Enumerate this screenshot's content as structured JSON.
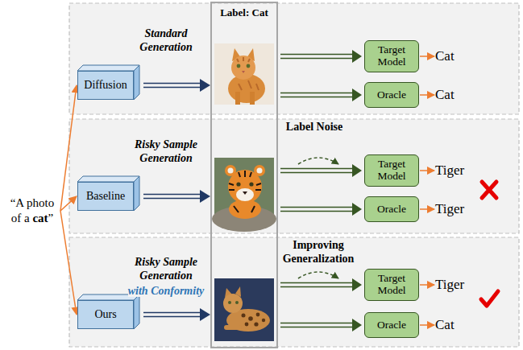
{
  "diagram": {
    "nodes": [
      {
        "text": [
          "“A photo of a cat”"
        ]
      },
      {
        "text": [
          "Diffusion"
        ]
      },
      {
        "text": [
          "Target Model"
        ]
      },
      {
        "text": [
          "Cat"
        ]
      },
      {
        "text": [
          "Oracle"
        ]
      },
      {
        "text": [
          "Cat"
        ]
      },
      {
        "text": [
          "Baseline"
        ]
      },
      {
        "text": [
          "Target Model"
        ]
      },
      {
        "text": [
          "Tiger"
        ]
      },
      {
        "text": [
          "Oracle"
        ]
      },
      {
        "text": [
          "Tiger"
        ]
      },
      {
        "text": [
          "Ours"
        ]
      },
      {
        "text": [
          "Target Model"
        ]
      },
      {
        "text": [
          "Tiger"
        ]
      },
      {
        "text": [
          "Oracle"
        ]
      },
      {
        "text": [
          "Cat"
        ]
      }
    ],
    "edges": [
      {
        "from": 0,
        "to": 1,
        "arrow": "to"
      },
      {
        "from": 0,
        "to": 6,
        "arrow": "to"
      },
      {
        "from": 0,
        "to": 11,
        "arrow": "to"
      },
      {
        "from": 2,
        "to": 3,
        "arrow": "to"
      },
      {
        "from": 4,
        "to": 5,
        "arrow": "to"
      },
      {
        "from": 7,
        "to": 8,
        "arrow": "to"
      },
      {
        "from": 9,
        "to": 10,
        "arrow": "to"
      },
      {
        "from": 12,
        "to": 13,
        "arrow": "to"
      },
      {
        "from": 14,
        "to": 15,
        "arrow": "to"
      }
    ],
    "labels": [
      "Label: Cat",
      "Standard Generation",
      "Label Noise",
      "Risky Sample Generation",
      "Improving Generalization",
      "Risky Sample Generation",
      "with Conformity"
    ]
  }
}
